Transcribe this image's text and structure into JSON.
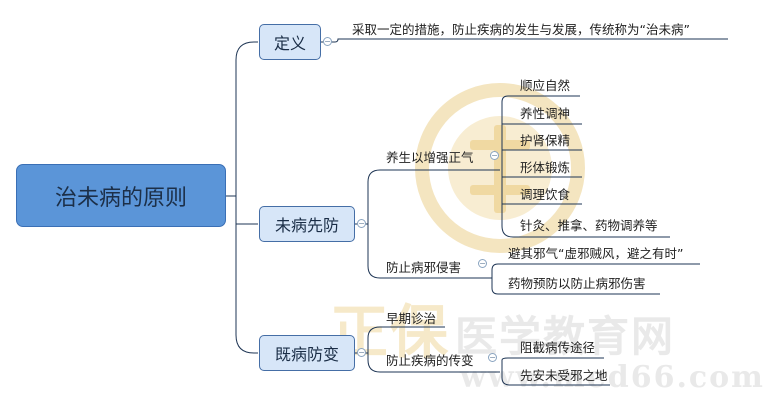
{
  "root": {
    "label": "治未病的原则"
  },
  "definition": {
    "label": "定义",
    "text": "采取一定的措施，防止疾病的发生与发展，传统称为“治未病”"
  },
  "prevention": {
    "label": "未病先防",
    "branches": [
      {
        "label": "养生以增强正气",
        "items": [
          "顺应自然",
          "养性调神",
          "护肾保精",
          "形体锻炼",
          "调理饮食",
          "针灸、推拿、药物调养等"
        ]
      },
      {
        "label": "防止病邪侵害",
        "items": [
          "避其邪气“虚邪贼风，避之有时”",
          "药物预防以防止病邪伤害"
        ]
      }
    ]
  },
  "control": {
    "label": "既病防变",
    "branches": [
      {
        "label": "早期诊治",
        "items": []
      },
      {
        "label": "防止疾病的传变",
        "items": [
          "阻截病传途径",
          "先安未受邪之地"
        ]
      }
    ]
  },
  "watermark": {
    "brand": "正保",
    "name": "医学教育网",
    "url": "www.med66.com"
  },
  "collapse_symbol": "−",
  "colors": {
    "root_fill": "#5b95d8",
    "node_fill": "#d7e6f8",
    "node_border": "#456ea6",
    "line": "#1e3554",
    "watermark_gold": "#f3e2b8"
  }
}
